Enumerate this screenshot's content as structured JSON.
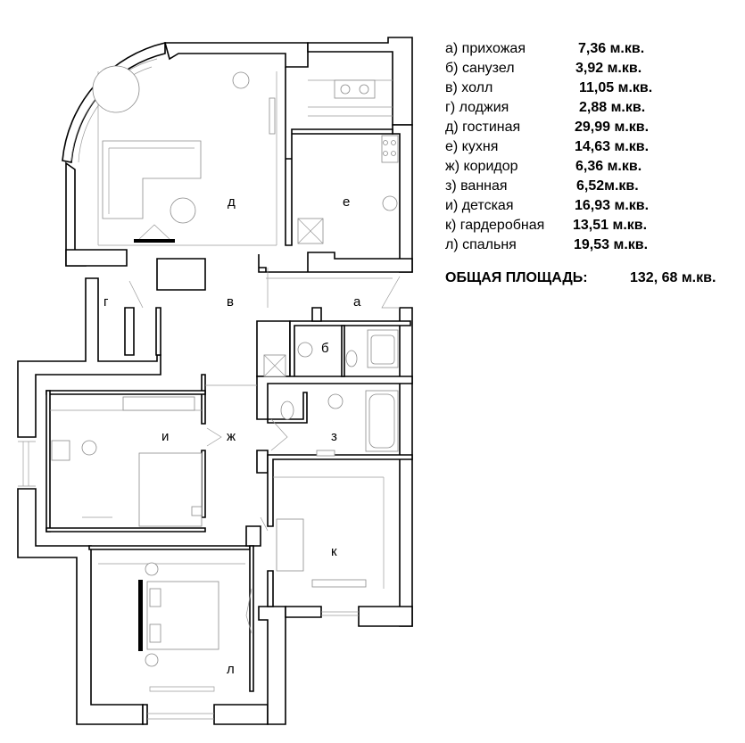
{
  "rooms": [
    {
      "id": "a",
      "letter": "а",
      "name": "а) прихожая",
      "area": "7,36 м.кв."
    },
    {
      "id": "b",
      "letter": "б",
      "name": "б) санузел",
      "area": "3,92 м.кв."
    },
    {
      "id": "v",
      "letter": "в",
      "name": "в) холл",
      "area": "11,05 м.кв."
    },
    {
      "id": "g",
      "letter": "г",
      "name": "г) лоджия",
      "area": "2,88 м.кв."
    },
    {
      "id": "d",
      "letter": "д",
      "name": "д) гостиная",
      "area": "29,99 м.кв."
    },
    {
      "id": "e",
      "letter": "е",
      "name": "е) кухня",
      "area": "14,63 м.кв."
    },
    {
      "id": "zh",
      "letter": "ж",
      "name": "ж) коридор",
      "area": "6,36 м.кв."
    },
    {
      "id": "z",
      "letter": "з",
      "name": "з) ванная",
      "area": "6,52м.кв."
    },
    {
      "id": "i",
      "letter": "и",
      "name": "и) детская",
      "area": "16,93 м.кв."
    },
    {
      "id": "k",
      "letter": "к",
      "name": "к) гардеробная",
      "area": "13,51 м.кв."
    },
    {
      "id": "l",
      "letter": "л",
      "name": "л) спальня",
      "area": "19,53 м.кв."
    }
  ],
  "total": {
    "label": "ОБЩАЯ ПЛОЩАДЬ:",
    "value": "132, 68 м.кв."
  },
  "colors": {
    "wall": "#000000",
    "background": "#ffffff",
    "furniture": "#8a8a8a"
  }
}
